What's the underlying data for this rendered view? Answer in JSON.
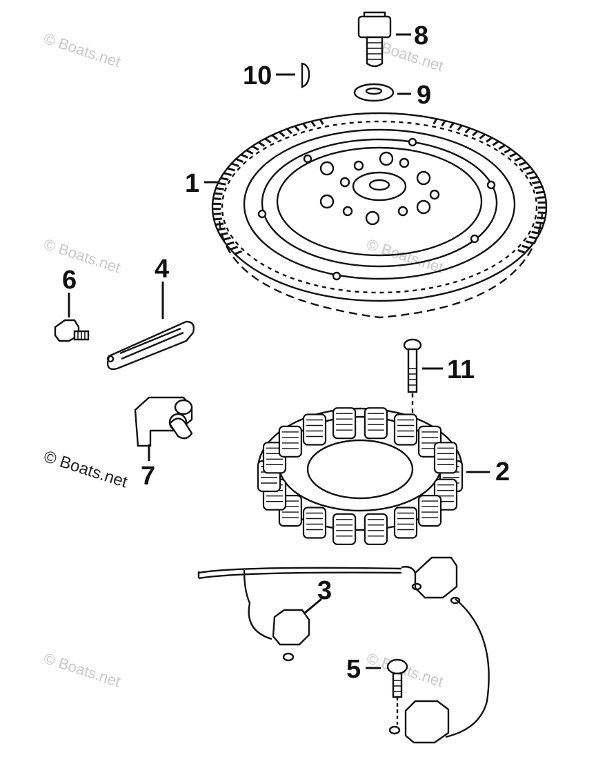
{
  "watermark": {
    "text": "© Boats.net"
  },
  "callouts": {
    "p1": "1",
    "p2": "2",
    "p3": "3",
    "p4": "4",
    "p5": "5",
    "p6": "6",
    "p7": "7",
    "p8": "8",
    "p9": "9",
    "p10": "10",
    "p11": "11"
  }
}
